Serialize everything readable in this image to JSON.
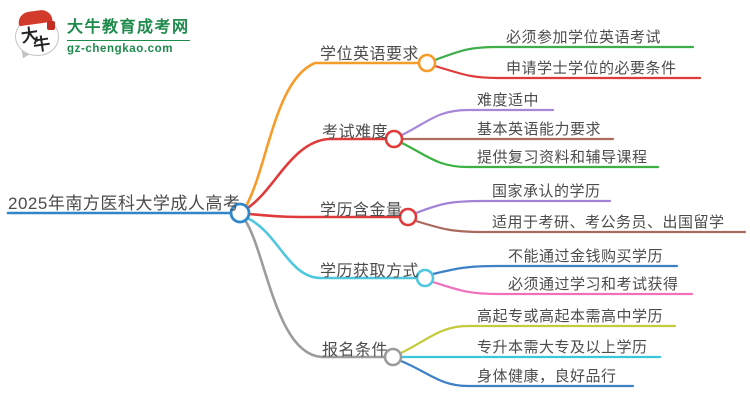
{
  "logo": {
    "mark_char_a": "大",
    "mark_char_b": "牛",
    "site_name": "大牛教育成考网",
    "site_domain": "gz-chengkao.com",
    "brand_color": "#1e8a4c"
  },
  "map": {
    "center": {
      "label": "2025年南方医科大学成人高考",
      "color": "#2f86c9"
    },
    "branches": [
      {
        "label": "学位英语要求",
        "color": "#f59c2a",
        "children": [
          {
            "label": "必须参加学位英语考试",
            "color": "#3dae49"
          },
          {
            "label": "申请学士学位的必要条件",
            "color": "#e03b3b"
          }
        ]
      },
      {
        "label": "考试难度",
        "color": "#e03b3b",
        "children": [
          {
            "label": "难度适中",
            "color": "#a687d9"
          },
          {
            "label": "基本英语能力要求",
            "color": "#b06a5e"
          },
          {
            "label": "提供复习资料和辅导课程",
            "color": "#3cb043"
          }
        ]
      },
      {
        "label": "学历含金量",
        "color": "#e03b3b",
        "children": [
          {
            "label": "国家承认的学历",
            "color": "#a184d6"
          },
          {
            "label": "适用于考研、考公务员、出国留学",
            "color": "#a9695c"
          }
        ]
      },
      {
        "label": "学历获取方式",
        "color": "#4fc7de",
        "children": [
          {
            "label": "不能通过金钱购买学历",
            "color": "#3c80c6"
          },
          {
            "label": "必须通过学习和考试获得",
            "color": "#f070be"
          }
        ]
      },
      {
        "label": "报名条件",
        "color": "#9c9c9c",
        "children": [
          {
            "label": "高起专或高起本需高中学历",
            "color": "#c3cb3d"
          },
          {
            "label": "专升本需大专及以上学历",
            "color": "#3bc5dc"
          },
          {
            "label": "身体健康，良好品行",
            "color": "#3c80c6"
          }
        ]
      }
    ]
  }
}
